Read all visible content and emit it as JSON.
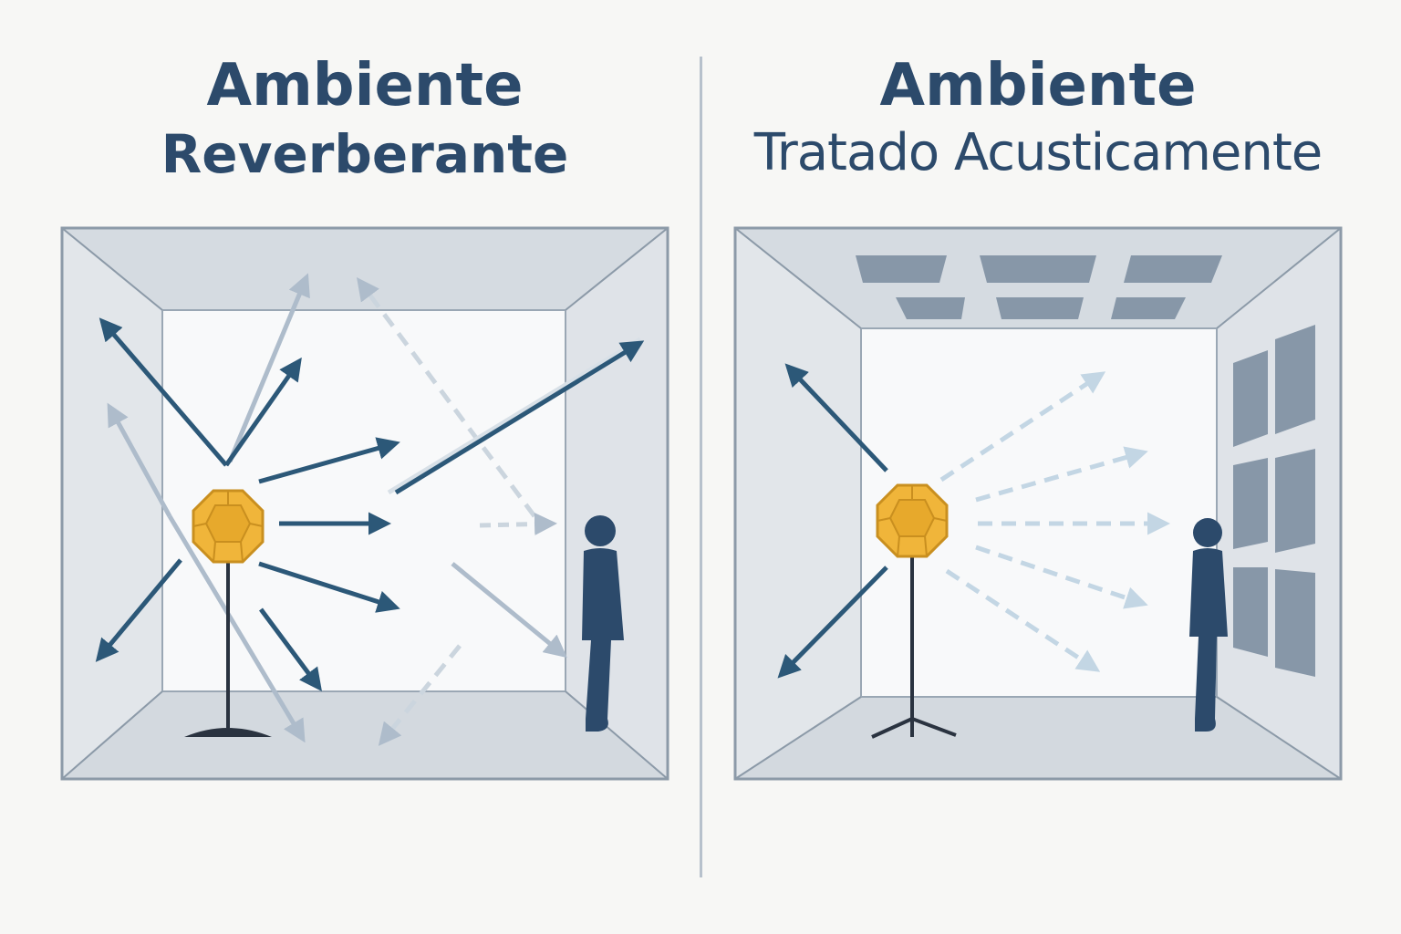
{
  "left_panel": {
    "title_line1": "Ambiente",
    "title_line2": "Reverberante"
  },
  "right_panel": {
    "title_line1": "Ambiente",
    "title_line2": "Tratado Acusticamente"
  },
  "colors": {
    "background": "#f7f7f5",
    "text": "#2c4a6b",
    "arrow_dark": "#2c5878",
    "arrow_light": "#a9b8c6",
    "arrow_faint": "#c3d6e4",
    "speaker": "#f0b53a",
    "person": "#2c4a6b",
    "panel": "#8797a8",
    "divider": "#b7c1cc"
  },
  "icons": [
    "speaker-icon",
    "person-icon",
    "acoustic-panel-icon",
    "sound-arrow-icon"
  ]
}
